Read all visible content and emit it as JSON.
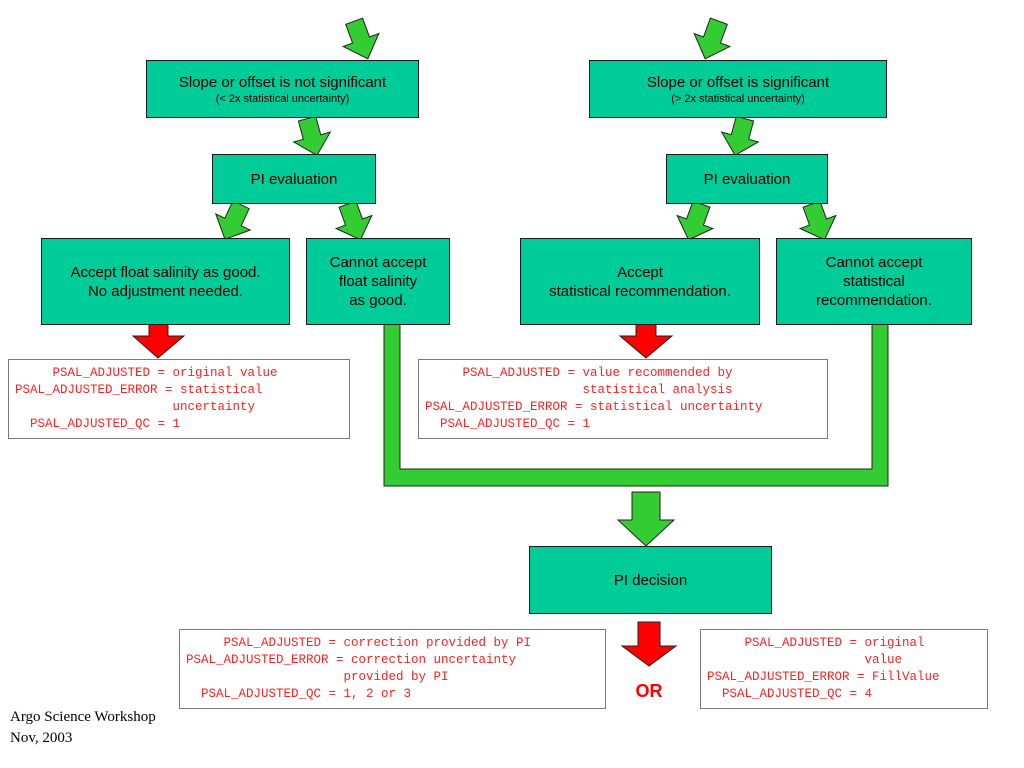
{
  "colors": {
    "box_fill": "#00cc99",
    "green_arrow": "#33cc33",
    "red_arrow": "#ff0000",
    "code_text": "#ff2020"
  },
  "left_branch": {
    "condition": {
      "title": "Slope or offset is not significant",
      "subtitle": "(< 2x statistical uncertainty)"
    },
    "evaluation": "PI evaluation",
    "accept": [
      "Accept float salinity as good.",
      "No adjustment needed."
    ],
    "reject": [
      "Cannot accept",
      "float salinity",
      "as good."
    ],
    "result_code": [
      "     PSAL_ADJUSTED = original value",
      "PSAL_ADJUSTED_ERROR = statistical",
      "                     uncertainty",
      "  PSAL_ADJUSTED_QC = 1"
    ]
  },
  "right_branch": {
    "condition": {
      "title": "Slope or offset is significant",
      "subtitle": "(> 2x statistical uncertainty)"
    },
    "evaluation": "PI evaluation",
    "accept": [
      "Accept",
      "statistical recommendation."
    ],
    "reject": [
      "Cannot accept",
      "statistical",
      "recommendation."
    ],
    "result_code": [
      "     PSAL_ADJUSTED = value recommended by",
      "                     statistical analysis",
      "PSAL_ADJUSTED_ERROR = statistical uncertainty",
      "  PSAL_ADJUSTED_QC = 1"
    ]
  },
  "decision": {
    "label": "PI decision",
    "option_a_code": [
      "     PSAL_ADJUSTED = correction provided by PI",
      "PSAL_ADJUSTED_ERROR = correction uncertainty",
      "                     provided by PI",
      "  PSAL_ADJUSTED_QC = 1, 2 or 3"
    ],
    "or_label": "OR",
    "option_b_code": [
      "     PSAL_ADJUSTED = original",
      "                     value",
      "PSAL_ADJUSTED_ERROR = FillValue",
      "  PSAL_ADJUSTED_QC = 4"
    ]
  },
  "footer": {
    "line1": "Argo Science Workshop",
    "line2": "Nov, 2003"
  }
}
